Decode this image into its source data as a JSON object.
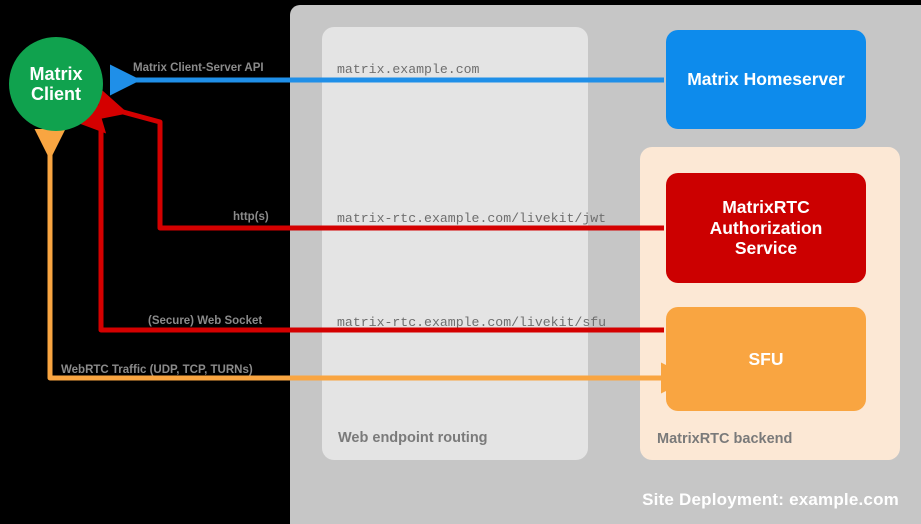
{
  "diagram": {
    "title": "Site Deployment: example.com",
    "colors": {
      "client": "#10a24e",
      "homeserver": "#0d8bec",
      "auth_service": "#cc0000",
      "sfu": "#f9a541",
      "site_panel": "#c6c6c6",
      "routing_panel": "#e4e4e4",
      "backend_panel": "#fce8d5",
      "arrow_blue": "#1f8fe8",
      "arrow_red": "#d40000",
      "arrow_orange": "#f9a541"
    }
  },
  "client": {
    "line1": "Matrix",
    "line2": "Client"
  },
  "panels": {
    "web_routing_label": "Web endpoint routing",
    "rtc_backend_label": "MatrixRTC backend"
  },
  "nodes": {
    "homeserver": "Matrix Homeserver",
    "auth_service_line1": "MatrixRTC",
    "auth_service_line2": "Authorization",
    "auth_service_line3": "Service",
    "sfu": "SFU"
  },
  "endpoints": {
    "matrix": "matrix.example.com",
    "livekit_jwt": "matrix-rtc.example.com/livekit/jwt",
    "livekit_sfu": "matrix-rtc.example.com/livekit/sfu"
  },
  "flows": {
    "client_server_api": "Matrix Client-Server API",
    "https": "http(s)",
    "websocket": "(Secure) Web Socket",
    "webrtc": "WebRTC Traffic (UDP, TCP, TURNs)"
  }
}
